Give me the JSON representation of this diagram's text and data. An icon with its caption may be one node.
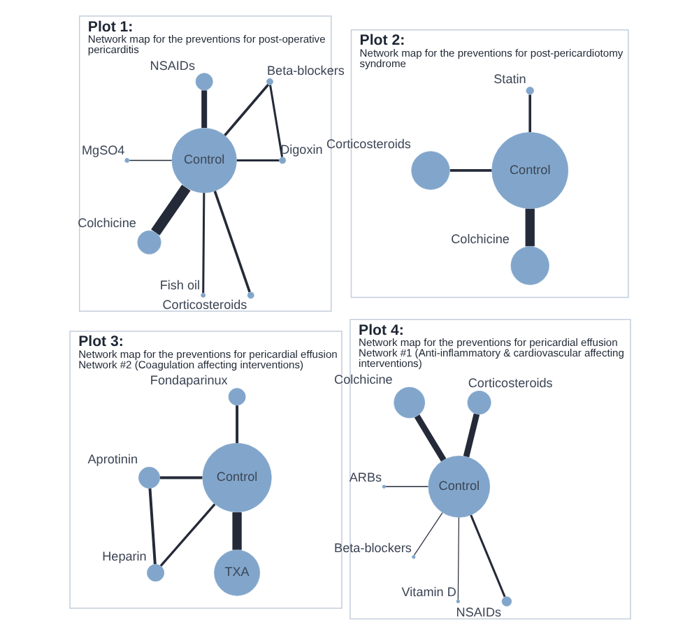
{
  "diagram": {
    "nodes": [
      {
        "text": [
          "Plot 1:",
          "Network map for the preventions for post-operative pericarditis"
        ]
      },
      {
        "text": [
          "NSAIDs"
        ],
        "in": 0
      },
      {
        "text": [
          "MgSO4"
        ],
        "in": 0
      },
      {
        "text": [
          "Control"
        ],
        "in": 0
      },
      {
        "text": [
          "Colchicine"
        ],
        "in": 0
      },
      {
        "text": [
          "Digoxin"
        ],
        "in": 0
      },
      {
        "text": [
          "Fish oil"
        ],
        "in": 0
      },
      {
        "text": [
          "Beta-blockers"
        ],
        "in": 0
      },
      {
        "text": [
          "Corticosteroids"
        ],
        "in": 0
      },
      {
        "text": [
          "Plot 2:",
          "Network map for the preventions for post-pericardiotomy syndrome"
        ]
      },
      {
        "text": [
          "Statin"
        ],
        "in": 9
      },
      {
        "text": [
          "Corticosteroids"
        ],
        "in": 9
      },
      {
        "text": [
          "Control"
        ],
        "in": 9
      },
      {
        "text": [
          "Colchicine"
        ],
        "in": 9
      },
      {
        "text": [
          "Plot 3:",
          "Network map for the preventions for pericardial effusion",
          "Network #2 (Coagulation affecting interventions)"
        ]
      },
      {
        "text": [
          "Fondaparinux"
        ],
        "in": 14
      },
      {
        "text": [
          "Aprotinin"
        ],
        "in": 14
      },
      {
        "text": [
          "Control"
        ],
        "in": 14
      },
      {
        "text": [
          "Heparin"
        ],
        "in": 14
      },
      {
        "text": [
          "TXA"
        ],
        "in": 14
      },
      {
        "text": [
          "Plot 4:",
          "Network map for the preventions for pericardial effusion",
          "Network #1 (Anti-inflammatory & cardiovascular affecting interventions)"
        ]
      },
      {
        "text": [
          "Corticosteroids"
        ],
        "in": 20
      },
      {
        "text": [
          "ARBs"
        ],
        "in": 20
      },
      {
        "text": [
          "Control"
        ],
        "in": 20
      },
      {
        "text": [
          "Beta-blockers"
        ],
        "in": 20
      },
      {
        "text": [
          "Colchicine"
        ],
        "in": 20
      },
      {
        "text": [
          "Vitamin D"
        ],
        "in": 20
      },
      {
        "text": [
          "NSAIDs"
        ],
        "in": 20
      }
    ],
    "edges": [
      {
        "from": 3,
        "to": 1,
        "arrow": "none",
        "style": "thick"
      },
      {
        "from": 3,
        "to": 2,
        "arrow": "none"
      },
      {
        "from": 3,
        "to": 4,
        "arrow": "none",
        "style": "thick"
      },
      {
        "from": 3,
        "to": 6,
        "arrow": "none"
      },
      {
        "from": 3,
        "to": 8,
        "arrow": "none"
      },
      {
        "from": 3,
        "to": 7,
        "arrow": "none"
      },
      {
        "from": 3,
        "to": 5,
        "arrow": "none"
      },
      {
        "from": 5,
        "to": 7,
        "arrow": "none"
      },
      {
        "from": 12,
        "to": 10,
        "arrow": "none"
      },
      {
        "from": 12,
        "to": 11,
        "arrow": "none"
      },
      {
        "from": 12,
        "to": 13,
        "arrow": "none",
        "style": "thick"
      },
      {
        "from": 17,
        "to": 15,
        "arrow": "none"
      },
      {
        "from": 17,
        "to": 16,
        "arrow": "none"
      },
      {
        "from": 16,
        "to": 18,
        "arrow": "none"
      },
      {
        "from": 17,
        "to": 18,
        "arrow": "none"
      },
      {
        "from": 17,
        "to": 19,
        "arrow": "none",
        "style": "thick"
      },
      {
        "from": 23,
        "to": 21,
        "arrow": "none",
        "style": "thick"
      },
      {
        "from": 23,
        "to": 22,
        "arrow": "none"
      },
      {
        "from": 23,
        "to": 24,
        "arrow": "none"
      },
      {
        "from": 23,
        "to": 26,
        "arrow": "none"
      },
      {
        "from": 23,
        "to": 27,
        "arrow": "none"
      },
      {
        "from": 23,
        "to": 25,
        "arrow": "none",
        "style": "thick"
      }
    ]
  }
}
